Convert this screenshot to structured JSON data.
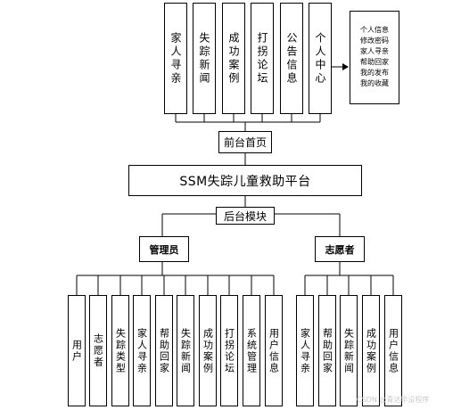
{
  "front": {
    "modules": [
      "家人寻亲",
      "失踪新闻",
      "成功案例",
      "打拐论坛",
      "公告信息",
      "个人中心"
    ],
    "note": [
      "个人信息",
      "修改密码",
      "家人寻亲",
      "帮助回家",
      "我的发布",
      "我的收藏"
    ],
    "hub_label": "前台首页"
  },
  "platform_title": "SSM失踪儿童救助平台",
  "back": {
    "hub_label": "后台模块",
    "admin": {
      "label": "管理员",
      "modules": [
        "用户",
        "志愿者",
        "失踪类型",
        "家人寻亲",
        "帮助回家",
        "失踪新闻",
        "成功案例",
        "打拐论坛",
        "系统管理",
        "用户信息"
      ]
    },
    "volunteer": {
      "label": "志愿者",
      "modules": [
        "家人寻亲",
        "帮助回家",
        "失踪新闻",
        "成功案例",
        "用户信息"
      ]
    }
  },
  "watermark": "CSDN @青达毕设程序"
}
